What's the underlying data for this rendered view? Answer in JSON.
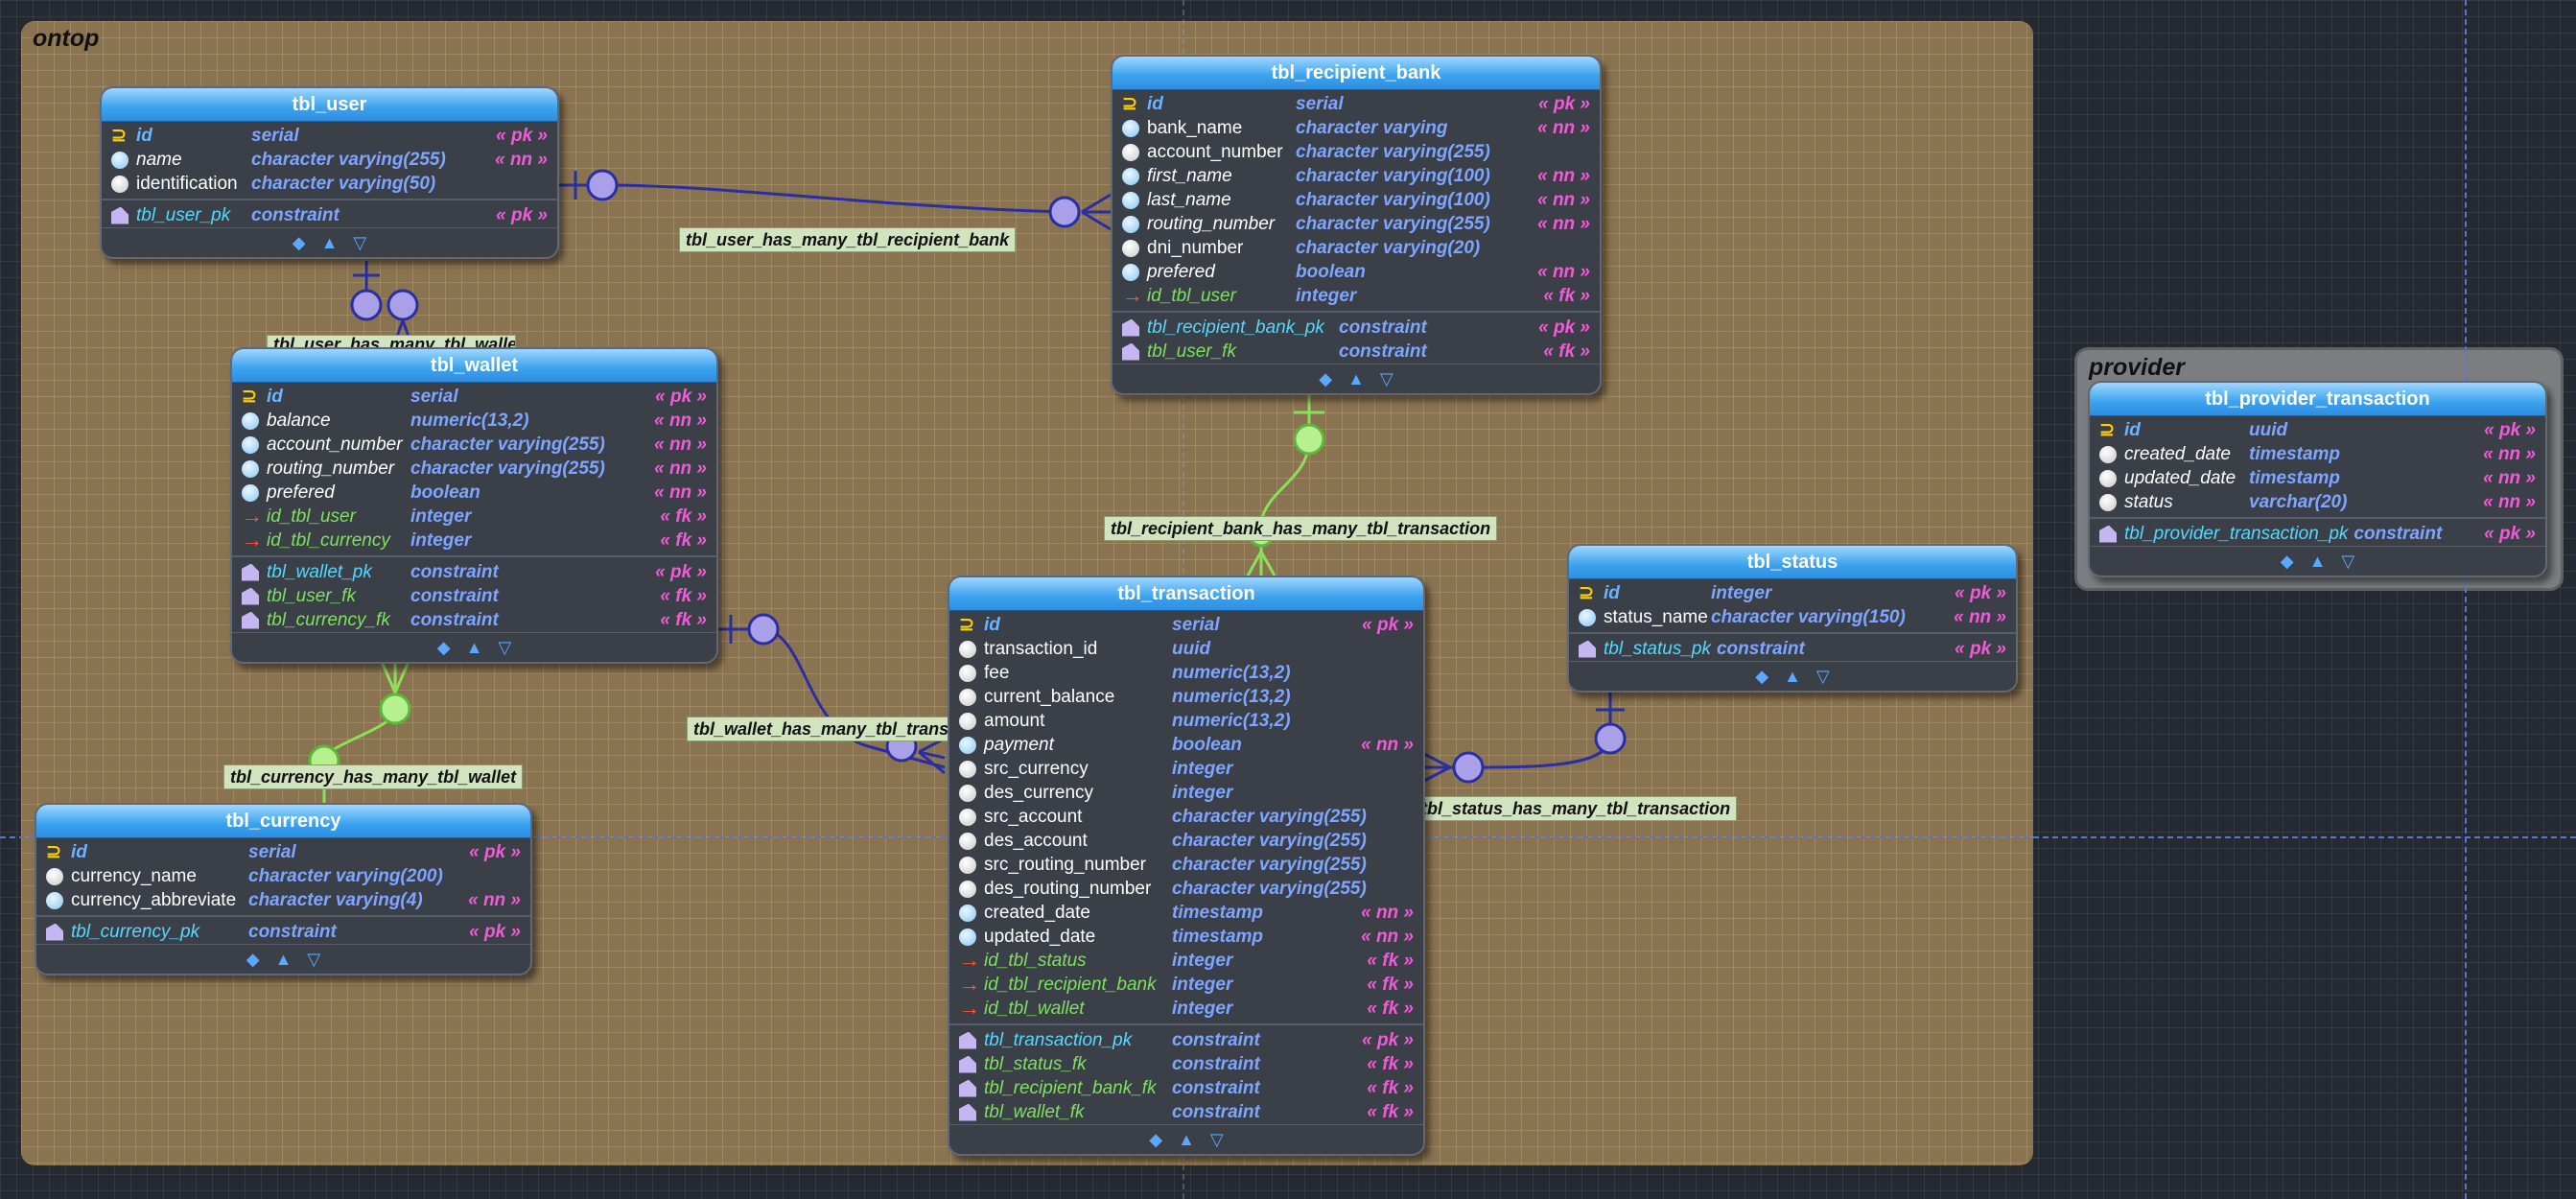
{
  "groups": [
    {
      "id": "ontop",
      "title": "ontop"
    },
    {
      "id": "provider",
      "title": "provider"
    }
  ],
  "colors": {
    "group_ontop": "#8a7351",
    "group_provider": "#7b7d81",
    "relation_stroke": "#2a2fa0",
    "relation_stroke_green": "#8be05a",
    "header_blue": "#3aa2ee",
    "primary_key": "#6ab4ff",
    "data_type": "#7ea5ff",
    "tag": "#f25bd8",
    "foreign_key": "#7fe060"
  },
  "tables": {
    "tbl_user": {
      "title": "tbl_user",
      "rows": [
        {
          "icon": "key",
          "cls": "pk",
          "name": "id",
          "type": "serial",
          "tag": "« pk »"
        },
        {
          "icon": "nn",
          "cls": "nnrow",
          "name": "name",
          "type": "character varying(255)",
          "tag": "« nn »"
        },
        {
          "icon": "nul",
          "cls": "plain",
          "name": "identification",
          "type": "character varying(50)",
          "tag": ""
        }
      ],
      "constraints": [
        {
          "cls": "conrow",
          "name": "tbl_user_pk",
          "type": "constraint",
          "tag": "« pk »"
        }
      ]
    },
    "tbl_wallet": {
      "title": "tbl_wallet",
      "rows": [
        {
          "icon": "key",
          "cls": "pk",
          "name": "id",
          "type": "serial",
          "tag": "« pk »"
        },
        {
          "icon": "nn",
          "cls": "nnrow",
          "name": "balance",
          "type": "numeric(13,2)",
          "tag": "« nn »"
        },
        {
          "icon": "nn",
          "cls": "nnrow",
          "name": "account_number",
          "type": "character varying(255)",
          "tag": "« nn »"
        },
        {
          "icon": "nn",
          "cls": "nnrow",
          "name": "routing_number",
          "type": "character varying(255)",
          "tag": "« nn »"
        },
        {
          "icon": "nn",
          "cls": "nnrow",
          "name": "prefered",
          "type": "boolean",
          "tag": "« nn »"
        },
        {
          "icon": "fk",
          "cls": "fkrow",
          "name": "id_tbl_user",
          "type": "integer",
          "tag": "« fk »"
        },
        {
          "icon": "fk",
          "cls": "fkrow",
          "name": "id_tbl_currency",
          "type": "integer",
          "tag": "« fk »"
        }
      ],
      "constraints": [
        {
          "cls": "conrow",
          "name": "tbl_wallet_pk",
          "type": "constraint",
          "tag": "« pk »"
        },
        {
          "cls": "fkcon",
          "name": "tbl_user_fk",
          "type": "constraint",
          "tag": "« fk »"
        },
        {
          "cls": "fkcon",
          "name": "tbl_currency_fk",
          "type": "constraint",
          "tag": "« fk »"
        }
      ]
    },
    "tbl_currency": {
      "title": "tbl_currency",
      "rows": [
        {
          "icon": "key",
          "cls": "pk",
          "name": "id",
          "type": "serial",
          "tag": "« pk »"
        },
        {
          "icon": "nul",
          "cls": "plain",
          "name": "currency_name",
          "type": "character varying(200)",
          "tag": ""
        },
        {
          "icon": "nn",
          "cls": "plain",
          "name": "currency_abbreviate",
          "type": "character varying(4)",
          "tag": "« nn »"
        }
      ],
      "constraints": [
        {
          "cls": "conrow",
          "name": "tbl_currency_pk",
          "type": "constraint",
          "tag": "« pk »"
        }
      ]
    },
    "tbl_recipient_bank": {
      "title": "tbl_recipient_bank",
      "rows": [
        {
          "icon": "key",
          "cls": "pk",
          "name": "id",
          "type": "serial",
          "tag": "« pk »"
        },
        {
          "icon": "nn",
          "cls": "plain",
          "name": "bank_name",
          "type": "character varying",
          "tag": "« nn »"
        },
        {
          "icon": "nul",
          "cls": "plain",
          "name": "account_number",
          "type": "character varying(255)",
          "tag": ""
        },
        {
          "icon": "nn",
          "cls": "nnrow",
          "name": "first_name",
          "type": "character varying(100)",
          "tag": "« nn »"
        },
        {
          "icon": "nn",
          "cls": "nnrow",
          "name": "last_name",
          "type": "character varying(100)",
          "tag": "« nn »"
        },
        {
          "icon": "nn",
          "cls": "nnrow",
          "name": "routing_number",
          "type": "character varying(255)",
          "tag": "« nn »"
        },
        {
          "icon": "nul",
          "cls": "plain",
          "name": "dni_number",
          "type": "character varying(20)",
          "tag": ""
        },
        {
          "icon": "nn",
          "cls": "nnrow",
          "name": "prefered",
          "type": "boolean",
          "tag": "« nn »"
        },
        {
          "icon": "fk",
          "cls": "fkrow",
          "name": "id_tbl_user",
          "type": "integer",
          "tag": "« fk »"
        }
      ],
      "constraints": [
        {
          "cls": "conrow",
          "name": "tbl_recipient_bank_pk",
          "type": "constraint",
          "tag": "« pk »"
        },
        {
          "cls": "fkcon",
          "name": "tbl_user_fk",
          "type": "constraint",
          "tag": "« fk »"
        }
      ]
    },
    "tbl_transaction": {
      "title": "tbl_transaction",
      "rows": [
        {
          "icon": "key",
          "cls": "pk",
          "name": "id",
          "type": "serial",
          "tag": "« pk »"
        },
        {
          "icon": "nul",
          "cls": "plain",
          "name": "transaction_id",
          "type": "uuid",
          "tag": ""
        },
        {
          "icon": "nul",
          "cls": "plain",
          "name": "fee",
          "type": "numeric(13,2)",
          "tag": ""
        },
        {
          "icon": "nul",
          "cls": "plain",
          "name": "current_balance",
          "type": "numeric(13,2)",
          "tag": ""
        },
        {
          "icon": "nul",
          "cls": "plain",
          "name": "amount",
          "type": "numeric(13,2)",
          "tag": ""
        },
        {
          "icon": "nn",
          "cls": "nnrow",
          "name": "payment",
          "type": "boolean",
          "tag": "« nn »"
        },
        {
          "icon": "nul",
          "cls": "plain",
          "name": "src_currency",
          "type": "integer",
          "tag": ""
        },
        {
          "icon": "nul",
          "cls": "plain",
          "name": "des_currency",
          "type": "integer",
          "tag": ""
        },
        {
          "icon": "nul",
          "cls": "plain",
          "name": "src_account",
          "type": "character varying(255)",
          "tag": ""
        },
        {
          "icon": "nul",
          "cls": "plain",
          "name": "des_account",
          "type": "character varying(255)",
          "tag": ""
        },
        {
          "icon": "nul",
          "cls": "plain",
          "name": "src_routing_number",
          "type": "character varying(255)",
          "tag": ""
        },
        {
          "icon": "nul",
          "cls": "plain",
          "name": "des_routing_number",
          "type": "character varying(255)",
          "tag": ""
        },
        {
          "icon": "nn",
          "cls": "plain",
          "name": "created_date",
          "type": "timestamp",
          "tag": "« nn »"
        },
        {
          "icon": "nn",
          "cls": "plain",
          "name": "updated_date",
          "type": "timestamp",
          "tag": "« nn »"
        },
        {
          "icon": "fk",
          "cls": "fkrow",
          "name": "id_tbl_status",
          "type": "integer",
          "tag": "« fk »"
        },
        {
          "icon": "fk",
          "cls": "fkrow",
          "name": "id_tbl_recipient_bank",
          "type": "integer",
          "tag": "« fk »"
        },
        {
          "icon": "fk",
          "cls": "fkrow",
          "name": "id_tbl_wallet",
          "type": "integer",
          "tag": "« fk »"
        }
      ],
      "constraints": [
        {
          "cls": "conrow",
          "name": "tbl_transaction_pk",
          "type": "constraint",
          "tag": "« pk »"
        },
        {
          "cls": "fkcon",
          "name": "tbl_status_fk",
          "type": "constraint",
          "tag": "« fk »"
        },
        {
          "cls": "fkcon",
          "name": "tbl_recipient_bank_fk",
          "type": "constraint",
          "tag": "« fk »"
        },
        {
          "cls": "fkcon",
          "name": "tbl_wallet_fk",
          "type": "constraint",
          "tag": "« fk »"
        }
      ]
    },
    "tbl_status": {
      "title": "tbl_status",
      "rows": [
        {
          "icon": "key",
          "cls": "pk",
          "name": "id",
          "type": "integer",
          "tag": "« pk »"
        },
        {
          "icon": "nn",
          "cls": "plain",
          "name": "status_name",
          "type": "character varying(150)",
          "tag": "« nn »"
        }
      ],
      "constraints": [
        {
          "cls": "conrow",
          "name": "tbl_status_pk",
          "type": "constraint",
          "tag": "« pk »"
        }
      ]
    },
    "tbl_provider_transaction": {
      "title": "tbl_provider_transaction",
      "rows": [
        {
          "icon": "key",
          "cls": "pk",
          "name": "id",
          "type": "uuid",
          "tag": "« pk »"
        },
        {
          "icon": "nul",
          "cls": "nnrow",
          "name": "created_date",
          "type": "timestamp",
          "tag": "« nn »"
        },
        {
          "icon": "nul",
          "cls": "nnrow",
          "name": "updated_date",
          "type": "timestamp",
          "tag": "« nn »"
        },
        {
          "icon": "nul",
          "cls": "nnrow",
          "name": "status",
          "type": "varchar(20)",
          "tag": "« nn »"
        }
      ],
      "constraints": [
        {
          "cls": "conrow",
          "name": "tbl_provider_transaction_pk",
          "type": "constraint",
          "tag": "« pk »"
        }
      ]
    }
  },
  "relationships": [
    {
      "id": "user_recipient",
      "label": "tbl_user_has_many_tbl_recipient_bank"
    },
    {
      "id": "user_wallet",
      "label": "tbl_user_has_many_tbl_wallet"
    },
    {
      "id": "currency_wallet",
      "label": "tbl_currency_has_many_tbl_wallet"
    },
    {
      "id": "wallet_transaction",
      "label": "tbl_wallet_has_many_tbl_transaction"
    },
    {
      "id": "recipient_transaction",
      "label": "tbl_recipient_bank_has_many_tbl_transaction"
    },
    {
      "id": "status_transaction",
      "label": "tbl_status_has_many_tbl_transaction"
    }
  ],
  "footer_icons": [
    "diamond-icon",
    "triangle-up-icon",
    "triangle-down-icon"
  ]
}
